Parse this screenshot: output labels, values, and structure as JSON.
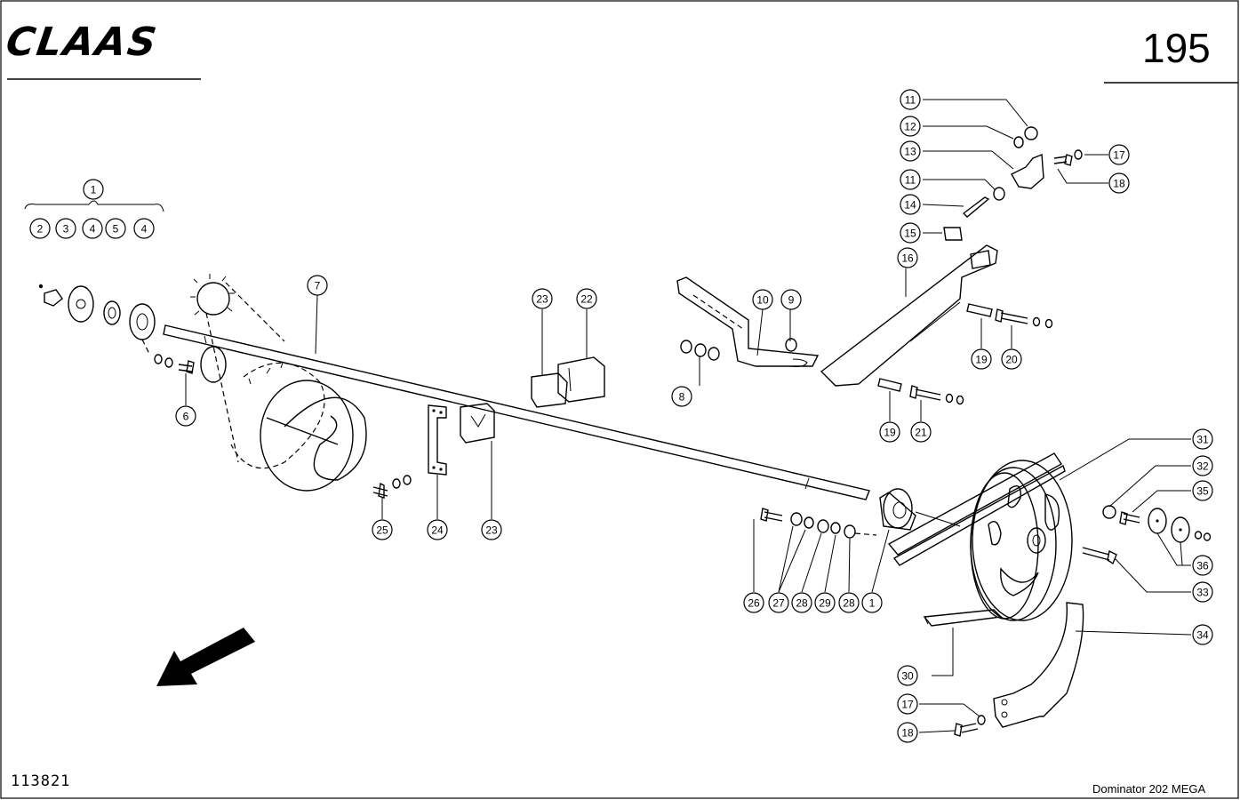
{
  "header": {
    "brand": "CLAAS",
    "page_number": "195"
  },
  "footer": {
    "drawing_number": "113821",
    "model": "Dominator 202 MEGA"
  },
  "callouts": [
    "1",
    "2",
    "3",
    "4",
    "5",
    "4",
    "6",
    "7",
    "8",
    "9",
    "10",
    "11",
    "12",
    "13",
    "11",
    "14",
    "15",
    "16",
    "17",
    "18",
    "19",
    "20",
    "19",
    "21",
    "22",
    "23",
    "23",
    "24",
    "25",
    "26",
    "27",
    "28",
    "29",
    "28",
    "1",
    "30",
    "31",
    "32",
    "35",
    "33",
    "36",
    "34",
    "17",
    "18"
  ]
}
